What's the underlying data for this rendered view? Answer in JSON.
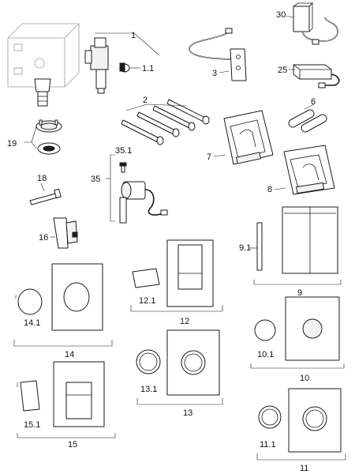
{
  "parts": {
    "p1": "1",
    "p1_1": "1.1",
    "p2": "2",
    "p3": "3",
    "p6": "6",
    "p7": "7",
    "p8": "8",
    "p9": "9",
    "p9_1": "9.1",
    "p10": "10",
    "p10_1": "10.1",
    "p11": "11",
    "p11_1": "11.1",
    "p12": "12",
    "p12_1": "12.1",
    "p13": "13",
    "p13_1": "13.1",
    "p14": "14",
    "p14_1": "14.1",
    "p15": "15",
    "p15_1": "15.1",
    "p16": "16",
    "p18": "18",
    "p19": "19",
    "p25": "25",
    "p30": "30",
    "p35": "35",
    "p35_1": "35.1"
  }
}
